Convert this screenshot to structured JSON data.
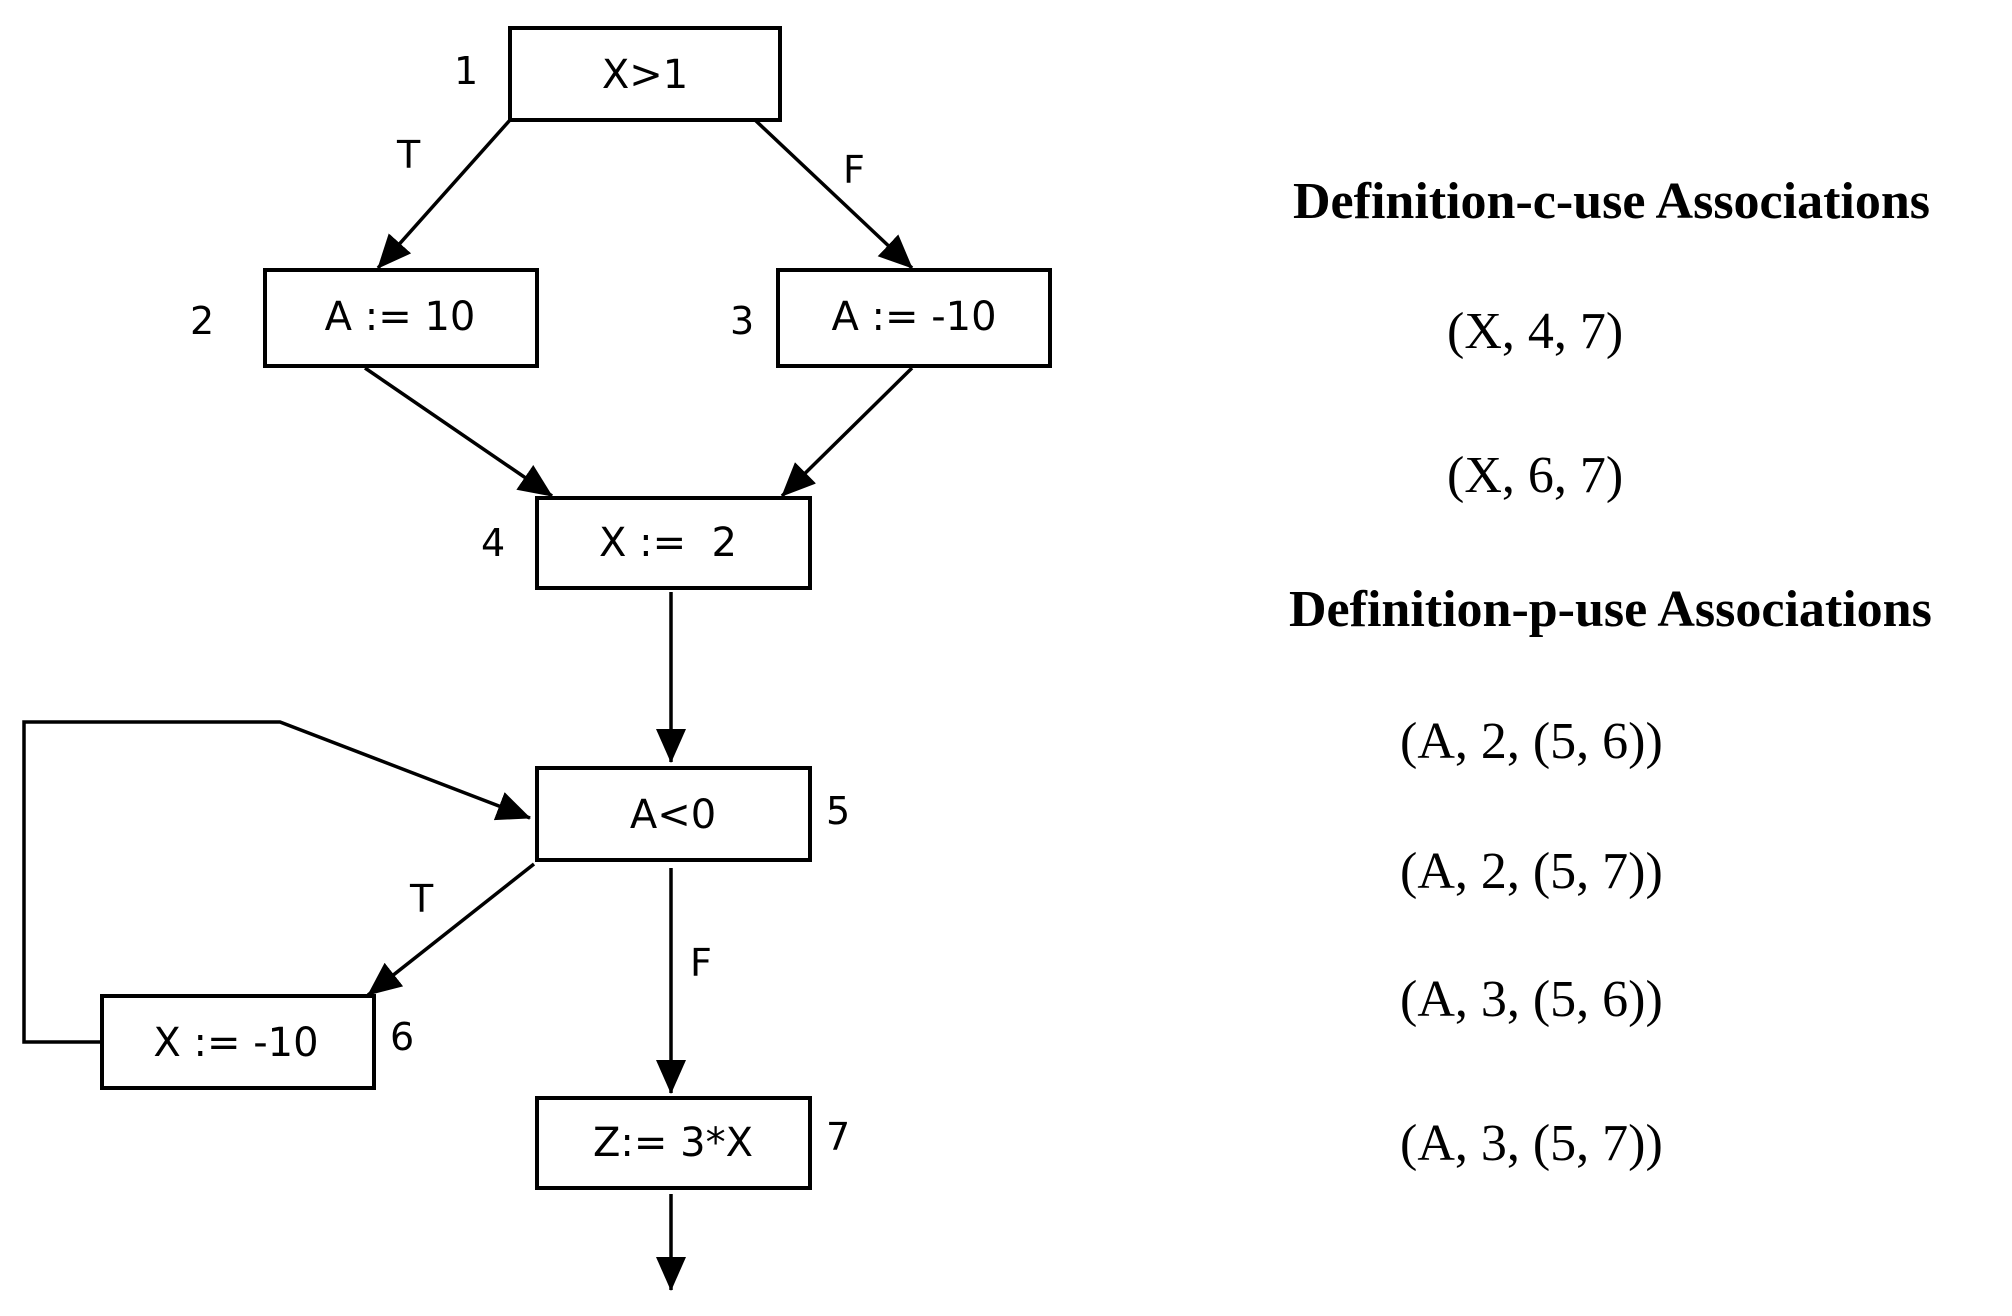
{
  "nodes": [
    {
      "id": "1",
      "label": "X>1"
    },
    {
      "id": "2",
      "label": "A := 10"
    },
    {
      "id": "3",
      "label": "A := -10"
    },
    {
      "id": "4",
      "label": "X :=  2"
    },
    {
      "id": "5",
      "label": "A<0"
    },
    {
      "id": "6",
      "label": "X := -10"
    },
    {
      "id": "7",
      "label": "Z:= 3*X"
    }
  ],
  "edge_labels": {
    "e1_2": "T",
    "e1_3": "F",
    "e5_6": "T",
    "e5_7": "F"
  },
  "c_use": {
    "heading": "Definition-c-use Associations",
    "items": [
      "(X, 4, 7)",
      "(X, 6, 7)"
    ]
  },
  "p_use": {
    "heading": "Definition-p-use Associations",
    "items": [
      "(A, 2, (5, 6))",
      "(A, 2, (5, 7))",
      "(A, 3, (5, 6))",
      "(A, 3, (5, 7))"
    ]
  }
}
